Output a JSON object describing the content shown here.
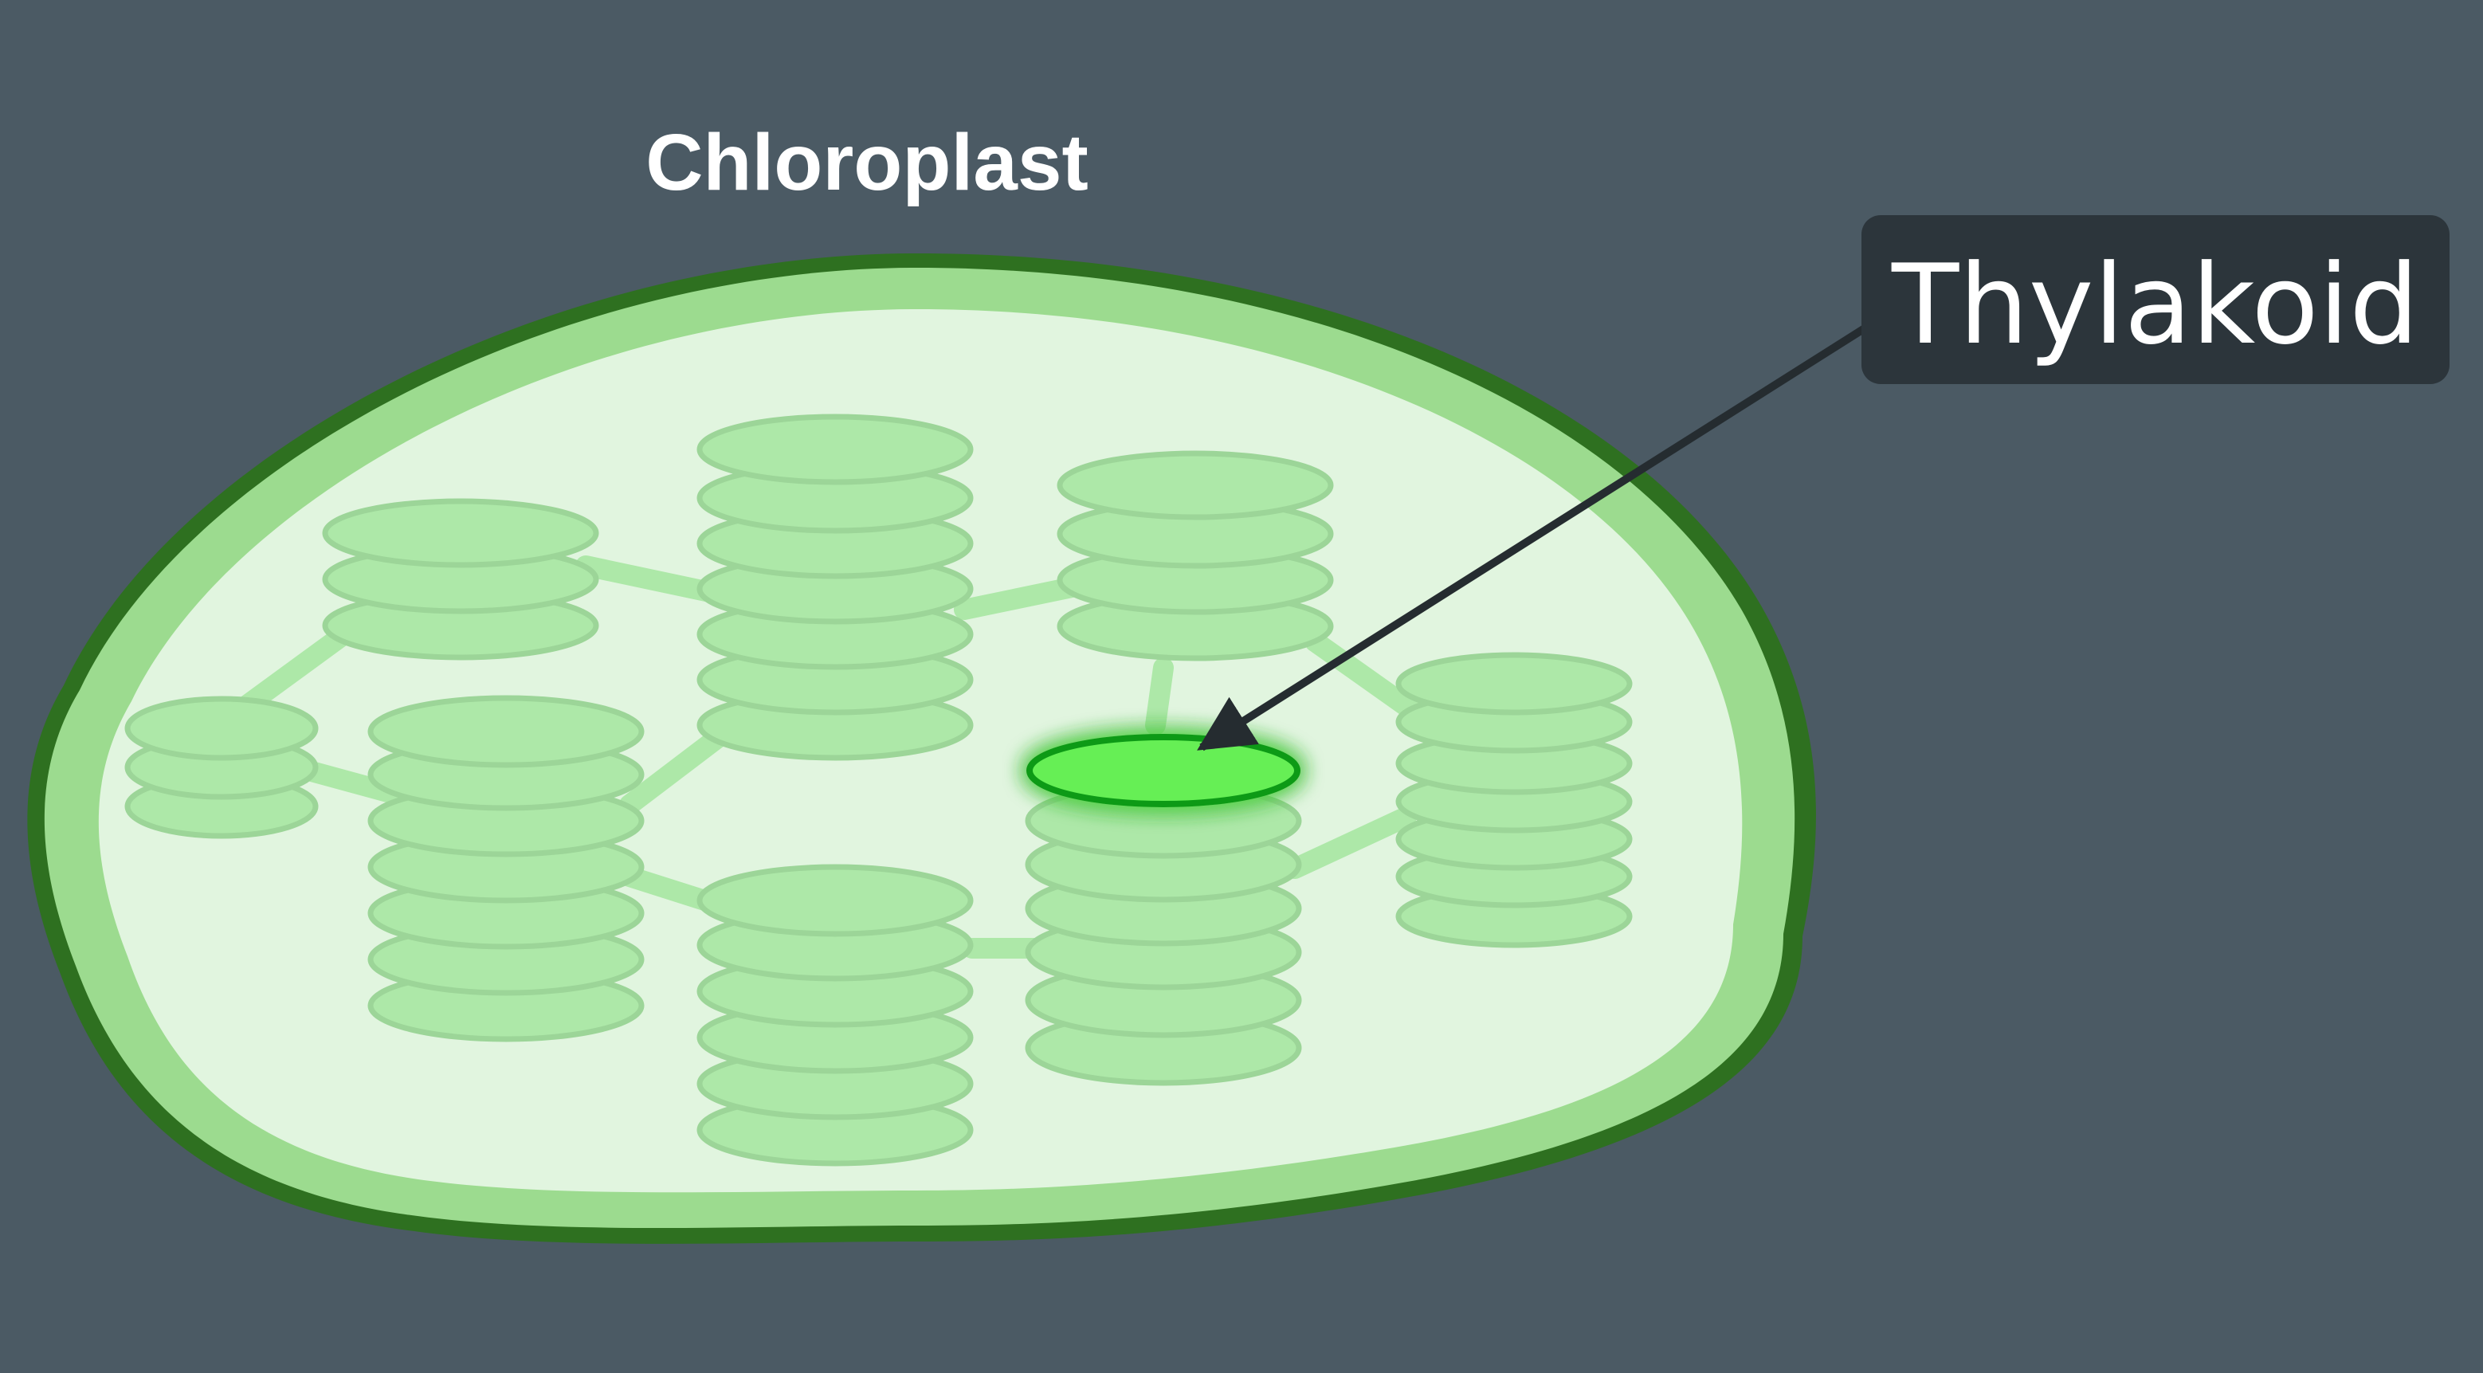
{
  "diagram": {
    "title": "Chloroplast",
    "callout_label": "Thylakoid",
    "highlighted_part": "thylakoid"
  },
  "colors": {
    "background": "#4b5a64",
    "outer_membrane": "#2e7020",
    "inner_membrane": "#9cdb8f",
    "stroma": "#e1f5df",
    "granum_disk": "#ade8a8",
    "granum_stroke": "#9cd598",
    "highlight_fill": "#66ef55",
    "highlight_stroke": "#0b9a14",
    "callout_box": "#2c353b",
    "arrow": "#252c30",
    "text": "#ffffff"
  }
}
